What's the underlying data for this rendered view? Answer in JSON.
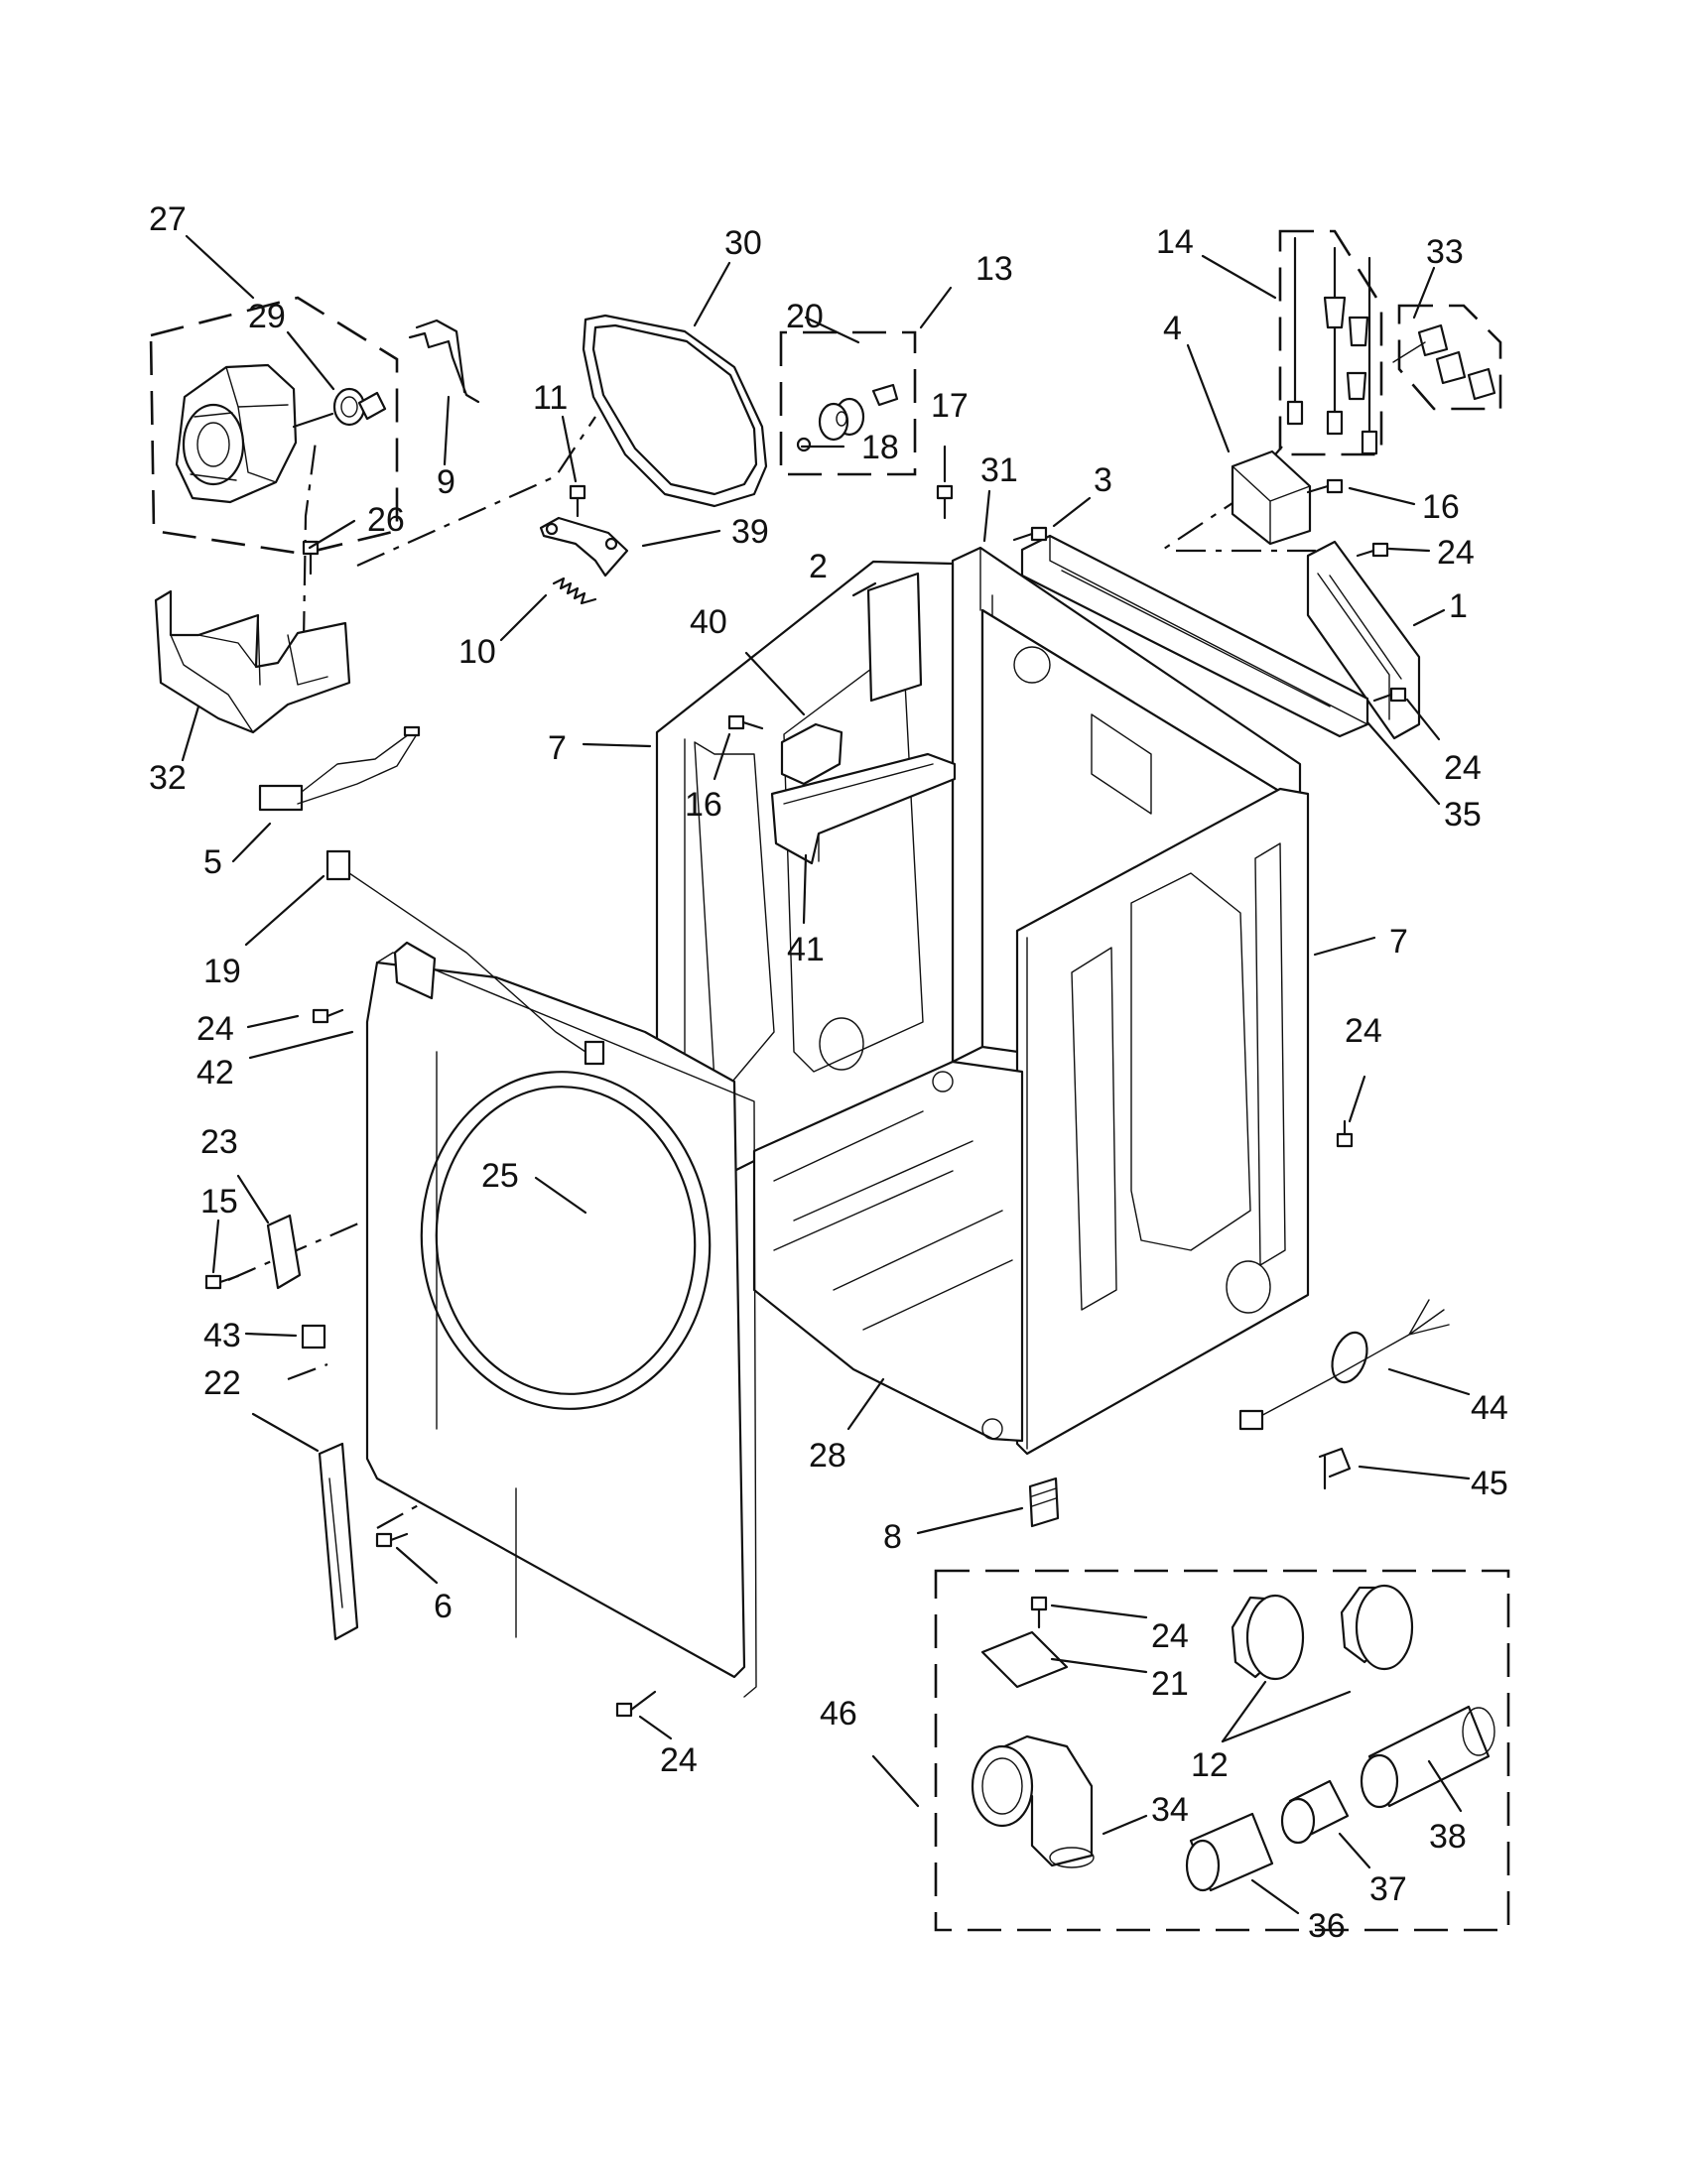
{
  "callouts": [
    {
      "id": "c27",
      "text": "27"
    },
    {
      "id": "c29",
      "text": "29"
    },
    {
      "id": "c9",
      "text": "9"
    },
    {
      "id": "c26",
      "text": "26"
    },
    {
      "id": "c32",
      "text": "32"
    },
    {
      "id": "c5",
      "text": "5"
    },
    {
      "id": "c30",
      "text": "30"
    },
    {
      "id": "c11",
      "text": "11"
    },
    {
      "id": "c39",
      "text": "39"
    },
    {
      "id": "c10",
      "text": "10"
    },
    {
      "id": "c13",
      "text": "13"
    },
    {
      "id": "c20",
      "text": "20"
    },
    {
      "id": "c18",
      "text": "18"
    },
    {
      "id": "c17",
      "text": "17"
    },
    {
      "id": "c31",
      "text": "31"
    },
    {
      "id": "c3",
      "text": "3"
    },
    {
      "id": "c14",
      "text": "14"
    },
    {
      "id": "c33",
      "text": "33"
    },
    {
      "id": "c4",
      "text": "4"
    },
    {
      "id": "c16a",
      "text": "16"
    },
    {
      "id": "c24a",
      "text": "24"
    },
    {
      "id": "c1",
      "text": "1"
    },
    {
      "id": "c24b",
      "text": "24"
    },
    {
      "id": "c35",
      "text": "35"
    },
    {
      "id": "c2",
      "text": "2"
    },
    {
      "id": "c40",
      "text": "40"
    },
    {
      "id": "c7a",
      "text": "7"
    },
    {
      "id": "c16b",
      "text": "16"
    },
    {
      "id": "c41",
      "text": "41"
    },
    {
      "id": "c7b",
      "text": "7"
    },
    {
      "id": "c24c",
      "text": "24"
    },
    {
      "id": "c19",
      "text": "19"
    },
    {
      "id": "c24d",
      "text": "24"
    },
    {
      "id": "c42",
      "text": "42"
    },
    {
      "id": "c23",
      "text": "23"
    },
    {
      "id": "c25",
      "text": "25"
    },
    {
      "id": "c15",
      "text": "15"
    },
    {
      "id": "c43",
      "text": "43"
    },
    {
      "id": "c22",
      "text": "22"
    },
    {
      "id": "c6",
      "text": "6"
    },
    {
      "id": "c24e",
      "text": "24"
    },
    {
      "id": "c28",
      "text": "28"
    },
    {
      "id": "c8",
      "text": "8"
    },
    {
      "id": "c44",
      "text": "44"
    },
    {
      "id": "c45",
      "text": "45"
    },
    {
      "id": "c46",
      "text": "46"
    },
    {
      "id": "c24f",
      "text": "24"
    },
    {
      "id": "c21",
      "text": "21"
    },
    {
      "id": "c12",
      "text": "12"
    },
    {
      "id": "c34",
      "text": "34"
    },
    {
      "id": "c38",
      "text": "38"
    },
    {
      "id": "c37",
      "text": "37"
    },
    {
      "id": "c36",
      "text": "36"
    }
  ]
}
